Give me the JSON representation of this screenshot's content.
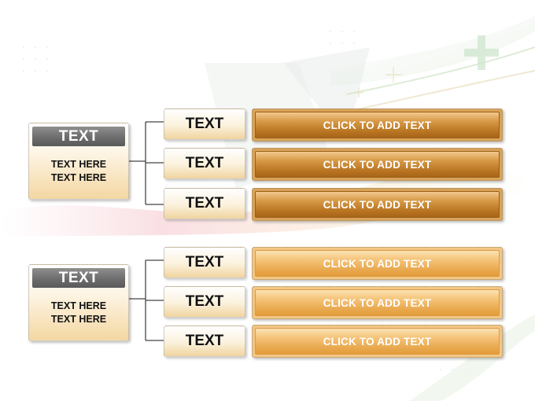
{
  "groups": [
    {
      "title": "TEXT",
      "body_lines": [
        "TEXT HERE",
        "TEXT HERE"
      ],
      "rows": [
        {
          "label": "TEXT",
          "bar_text": "CLICK TO ADD TEXT"
        },
        {
          "label": "TEXT",
          "bar_text": "CLICK TO ADD TEXT"
        },
        {
          "label": "TEXT",
          "bar_text": "CLICK TO ADD TEXT"
        }
      ],
      "bar_style": "dark"
    },
    {
      "title": "TEXT",
      "body_lines": [
        "TEXT HERE",
        "TEXT HERE"
      ],
      "rows": [
        {
          "label": "TEXT",
          "bar_text": "CLICK TO ADD TEXT"
        },
        {
          "label": "TEXT",
          "bar_text": "CLICK TO ADD TEXT"
        },
        {
          "label": "TEXT",
          "bar_text": "CLICK TO ADD TEXT"
        }
      ],
      "bar_style": "light"
    }
  ],
  "colors": {
    "dark_bar": "#b97522",
    "light_bar": "#e9a94f",
    "header_gray": "#6d6d6d",
    "connector": "#444444"
  }
}
